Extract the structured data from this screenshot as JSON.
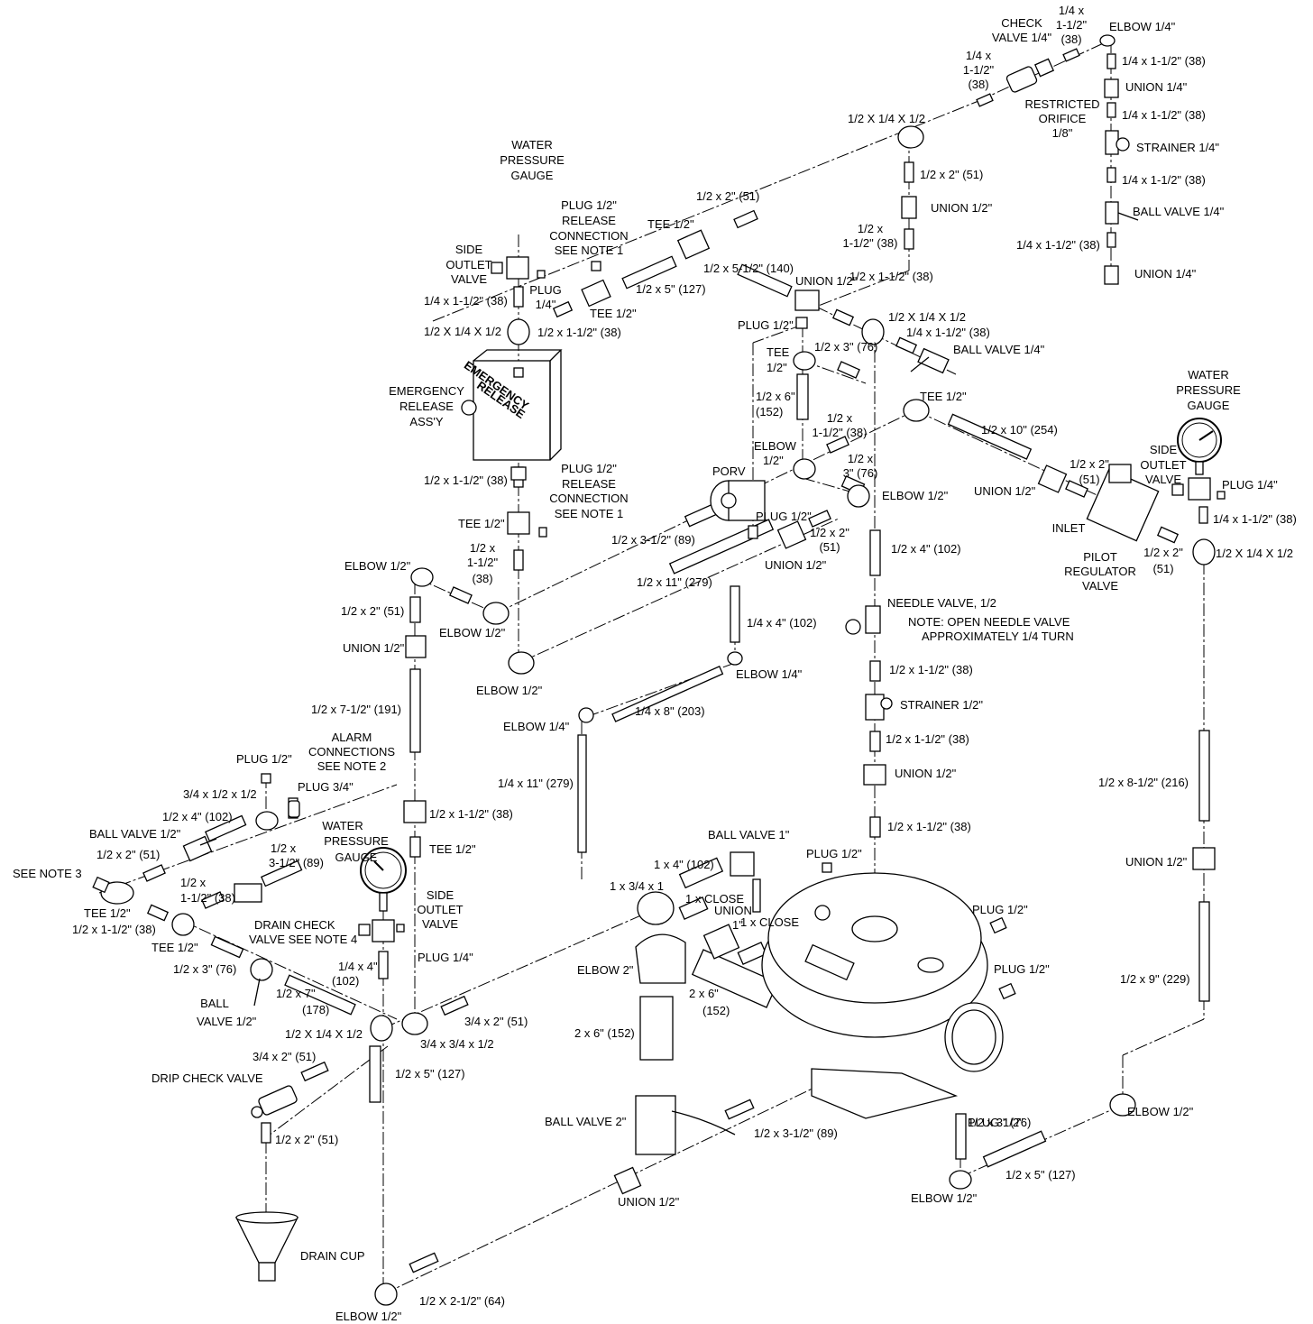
{
  "labels": [
    {
      "text": "CHECK"
    },
    {
      "text": "VALVE 1/4\""
    },
    {
      "text": "1/4 x"
    },
    {
      "text": "1-1/2\""
    },
    {
      "text": "(38)"
    },
    {
      "text": "ELBOW 1/4\""
    },
    {
      "text": "1/4 x"
    },
    {
      "text": "1-1/2\""
    },
    {
      "text": "(38)"
    },
    {
      "text": "1/4 x 1-1/2\" (38)"
    },
    {
      "text": "UNION 1/4\""
    },
    {
      "text": "RESTRICTED"
    },
    {
      "text": "ORIFICE"
    },
    {
      "text": "1/8\""
    },
    {
      "text": "1/4 x 1-1/2\" (38)"
    },
    {
      "text": "1/2 X 1/4 X 1/2"
    },
    {
      "text": "STRAINER 1/4\""
    },
    {
      "text": "1/4 x 1-1/2\" (38)"
    },
    {
      "text": "1/2 x 2\" (51)"
    },
    {
      "text": "WATER"
    },
    {
      "text": "PRESSURE"
    },
    {
      "text": "GAUGE"
    },
    {
      "text": "UNION 1/2\""
    },
    {
      "text": "BALL VALVE 1/4\""
    },
    {
      "text": "1/2 x 2\" (51)"
    },
    {
      "text": "PLUG 1/2\""
    },
    {
      "text": "RELEASE"
    },
    {
      "text": "CONNECTION"
    },
    {
      "text": "SEE NOTE 1"
    },
    {
      "text": "TEE 1/2\""
    },
    {
      "text": "1/2 x"
    },
    {
      "text": "1-1/2\" (38)"
    },
    {
      "text": "1/4 x 1-1/2\" (38)"
    },
    {
      "text": "UNION 1/4\""
    },
    {
      "text": "SIDE"
    },
    {
      "text": "OUTLET"
    },
    {
      "text": "VALVE"
    },
    {
      "text": "1/2 x 5-1/2\" (140)"
    },
    {
      "text": "UNION 1/2\""
    },
    {
      "text": "1/2 x 1-1/2\" (38)"
    },
    {
      "text": "PLUG"
    },
    {
      "text": "1/4\""
    },
    {
      "text": "1/2 x 5\" (127)"
    },
    {
      "text": "1/4 x 1-1/2\" (38)"
    },
    {
      "text": "TEE 1/2\""
    },
    {
      "text": "PLUG 1/2\""
    },
    {
      "text": "1/2 X 1/4 X 1/2"
    },
    {
      "text": "1/2 X 1/4 X 1/2"
    },
    {
      "text": "1/2 x 1-1/2\" (38)"
    },
    {
      "text": "1/4 x 1-1/2\" (38)"
    },
    {
      "text": "TEE"
    },
    {
      "text": "1/2\""
    },
    {
      "text": "1/2 x 3\" (76)"
    },
    {
      "text": "BALL VALVE 1/4\""
    },
    {
      "text": "WATER"
    },
    {
      "text": "PRESSURE"
    },
    {
      "text": "GAUGE"
    },
    {
      "text": "EMERGENCY"
    },
    {
      "text": "RELEASE"
    },
    {
      "text": "ASS'Y"
    },
    {
      "text": "EMERGENCY"
    },
    {
      "text": "RELEASE"
    },
    {
      "text": "1/2 x 6\""
    },
    {
      "text": "(152)"
    },
    {
      "text": "TEE 1/2\""
    },
    {
      "text": "1/2 x"
    },
    {
      "text": "1-1/2\" (38)"
    },
    {
      "text": "1/2 x 10\" (254)"
    },
    {
      "text": "ELBOW"
    },
    {
      "text": "1/2\""
    },
    {
      "text": "1/2 x"
    },
    {
      "text": "3\" (76)"
    },
    {
      "text": "SIDE"
    },
    {
      "text": "OUTLET"
    },
    {
      "text": "VALVE"
    },
    {
      "text": "1/2 x 1-1/2\" (38)"
    },
    {
      "text": "PLUG 1/2\""
    },
    {
      "text": "RELEASE"
    },
    {
      "text": "CONNECTION"
    },
    {
      "text": "SEE NOTE 1"
    },
    {
      "text": "PORV"
    },
    {
      "text": "1/2 x 2\""
    },
    {
      "text": "(51)"
    },
    {
      "text": "PLUG 1/4\""
    },
    {
      "text": "UNION 1/2\""
    },
    {
      "text": "ELBOW 1/2\""
    },
    {
      "text": "INLET"
    },
    {
      "text": "TEE 1/2\""
    },
    {
      "text": "1/2 x 3-1/2\" (89)"
    },
    {
      "text": "PLUG 1/2\""
    },
    {
      "text": "1/2 x 2\""
    },
    {
      "text": "(51)"
    },
    {
      "text": "1/4 x 1-1/2\" (38)"
    },
    {
      "text": "1/2 x"
    },
    {
      "text": "1-1/2\""
    },
    {
      "text": "(38)"
    },
    {
      "text": "1/2 x 4\" (102)"
    },
    {
      "text": "PILOT"
    },
    {
      "text": "REGULATOR"
    },
    {
      "text": "VALVE"
    },
    {
      "text": "1/2 x 2\""
    },
    {
      "text": "(51)"
    },
    {
      "text": "1/2 X 1/4 X 1/2"
    },
    {
      "text": "ELBOW 1/2\""
    },
    {
      "text": "1/2 x 11\" (279)"
    },
    {
      "text": "UNION 1/2\""
    },
    {
      "text": "1/2 x 2\" (51)"
    },
    {
      "text": "NEEDLE VALVE, 1/2"
    },
    {
      "text": "1/4 x 4\" (102)"
    },
    {
      "text": "NOTE:  OPEN NEEDLE VALVE"
    },
    {
      "text": "APPROXIMATELY 1/4 TURN"
    },
    {
      "text": "ELBOW 1/2\""
    },
    {
      "text": "UNION 1/2\""
    },
    {
      "text": "ELBOW 1/4\""
    },
    {
      "text": "1/2 x 1-1/2\" (38)"
    },
    {
      "text": "ELBOW 1/2\""
    },
    {
      "text": "STRAINER 1/2\""
    },
    {
      "text": "1/4 x 8\" (203)"
    },
    {
      "text": "ELBOW 1/4\""
    },
    {
      "text": "1/2 x 7-1/2\" (191)"
    },
    {
      "text": "1/2 x 1-1/2\" (38)"
    },
    {
      "text": "ALARM"
    },
    {
      "text": "CONNECTIONS"
    },
    {
      "text": "SEE NOTE 2"
    },
    {
      "text": "UNION 1/2\""
    },
    {
      "text": "PLUG 1/2\""
    },
    {
      "text": "1/4 x 11\" (279)"
    },
    {
      "text": "1/2 x 8-1/2\" (216)"
    },
    {
      "text": "PLUG 3/4\""
    },
    {
      "text": "3/4 x 1/2 x 1/2"
    },
    {
      "text": "1/2 x 1-1/2\" (38)"
    },
    {
      "text": "1/2 x 4\" (102)"
    },
    {
      "text": "WATER"
    },
    {
      "text": "TEE 1/2\""
    },
    {
      "text": "PRESSURE"
    },
    {
      "text": "BALL VALVE 1/2\""
    },
    {
      "text": "GAUGE"
    },
    {
      "text": "1/2 x"
    },
    {
      "text": "BALL VALVE 1\""
    },
    {
      "text": "1/2 x 1-1/2\" (38)"
    },
    {
      "text": "3-1/2\" (89)"
    },
    {
      "text": "1/2 x 2\" (51)"
    },
    {
      "text": "PLUG 1/2\""
    },
    {
      "text": "1 x 4\" (102)"
    },
    {
      "text": "PLUG 1/2\""
    },
    {
      "text": "UNION 1/2\""
    },
    {
      "text": "SEE NOTE 3"
    },
    {
      "text": "1/2 x"
    },
    {
      "text": "1 x 3/4 x 1"
    },
    {
      "text": "1-1/2\" (38)"
    },
    {
      "text": "SIDE"
    },
    {
      "text": "1 x CLOSE"
    },
    {
      "text": "OUTLET"
    },
    {
      "text": "UNION"
    },
    {
      "text": "PLUG 1/2\""
    },
    {
      "text": "TEE 1/2\""
    },
    {
      "text": "DRAIN CHECK"
    },
    {
      "text": "VALVE"
    },
    {
      "text": "1\""
    },
    {
      "text": "1 x CLOSE"
    },
    {
      "text": "1/2 x 1-1/2\" (38)"
    },
    {
      "text": "VALVE SEE NOTE 4"
    },
    {
      "text": "TEE 1/2\""
    },
    {
      "text": "PLUG 1/4\""
    },
    {
      "text": "1/2 x 9\" (229)"
    },
    {
      "text": "ELBOW 2\""
    },
    {
      "text": "1/4 x 4\""
    },
    {
      "text": "PLUG 1/2\""
    },
    {
      "text": "1/2 x 3\" (76)"
    },
    {
      "text": "(102)"
    },
    {
      "text": "BALL"
    },
    {
      "text": "1/2 x 7\""
    },
    {
      "text": "2 x 6\""
    },
    {
      "text": "VALVE 1/2\""
    },
    {
      "text": "(178)"
    },
    {
      "text": "(152)"
    },
    {
      "text": "1/2 X 1/4 X 1/2"
    },
    {
      "text": "3/4 x 2\" (51)"
    },
    {
      "text": "2 x 6\" (152)"
    },
    {
      "text": "3/4 x 3/4 x 1/2"
    },
    {
      "text": "3/4 x 2\" (51)"
    },
    {
      "text": "1/2 x 5\" (127)"
    },
    {
      "text": "DRIP CHECK VALVE"
    },
    {
      "text": "ELBOW 1/2\""
    },
    {
      "text": "BALL VALVE 2\""
    },
    {
      "text": "1/2 x 3\" (76)"
    },
    {
      "text": "1/2 x 3-1/2\" (89)"
    },
    {
      "text": "1/2 x 2\" (51)"
    },
    {
      "text": "1/2 x 5\" (127)"
    },
    {
      "text": "UNION 1/2\""
    },
    {
      "text": "ELBOW 1/2\""
    },
    {
      "text": "DRAIN CUP"
    },
    {
      "text": "1/2 X 2-1/2\" (64)"
    },
    {
      "text": "ELBOW 1/2\""
    }
  ]
}
